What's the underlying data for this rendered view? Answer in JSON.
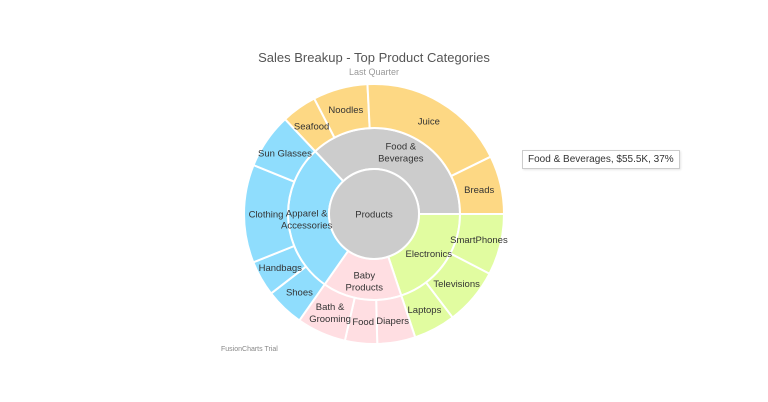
{
  "chart_data": {
    "type": "multilevel-pie",
    "title": "Sales Breakup - Top Product Categories",
    "subtitle": "Last Quarter",
    "root": {
      "label": "Products",
      "color": "#cccccc"
    },
    "categories": [
      {
        "label": "Food &\nBeverages",
        "value": 55.5,
        "color": "#cccccc",
        "child_color": "#fdd884",
        "children": [
          {
            "label": "Seafood",
            "value": 6.6
          },
          {
            "label": "Noodles",
            "value": 10.2
          },
          {
            "label": "Juice",
            "value": 27.8
          },
          {
            "label": "Breads",
            "value": 10.9
          }
        ]
      },
      {
        "label": "Electronics",
        "value": 29.8,
        "color": "#e1fca0",
        "child_color": "#e1fca0",
        "children": [
          {
            "label": "SmartPhones",
            "value": 11.4
          },
          {
            "label": "Televisions",
            "value": 10.6
          },
          {
            "label": "Laptops",
            "value": 7.8
          }
        ]
      },
      {
        "label": "Baby\nProducts",
        "value": 22.3,
        "color": "#ffdee2",
        "child_color": "#ffdee2",
        "children": [
          {
            "label": "Diapers",
            "value": 7.1
          },
          {
            "label": "Food",
            "value": 6.0
          },
          {
            "label": "Bath &\nGrooming",
            "value": 9.2
          }
        ]
      },
      {
        "label": "Apparel &\nAccessories",
        "value": 42.4,
        "color": "#8fddfd",
        "child_color": "#8fddfd",
        "children": [
          {
            "label": "Shoes",
            "value": 7.2
          },
          {
            "label": "Handbags",
            "value": 6.6
          },
          {
            "label": "Clothing",
            "value": 18.3
          },
          {
            "label": "Sun Glasses",
            "value": 10.3
          }
        ]
      }
    ],
    "unit": "$K"
  },
  "tooltip": "Food & Beverages, $55.5K, 37%",
  "watermark": "FusionCharts Trial"
}
